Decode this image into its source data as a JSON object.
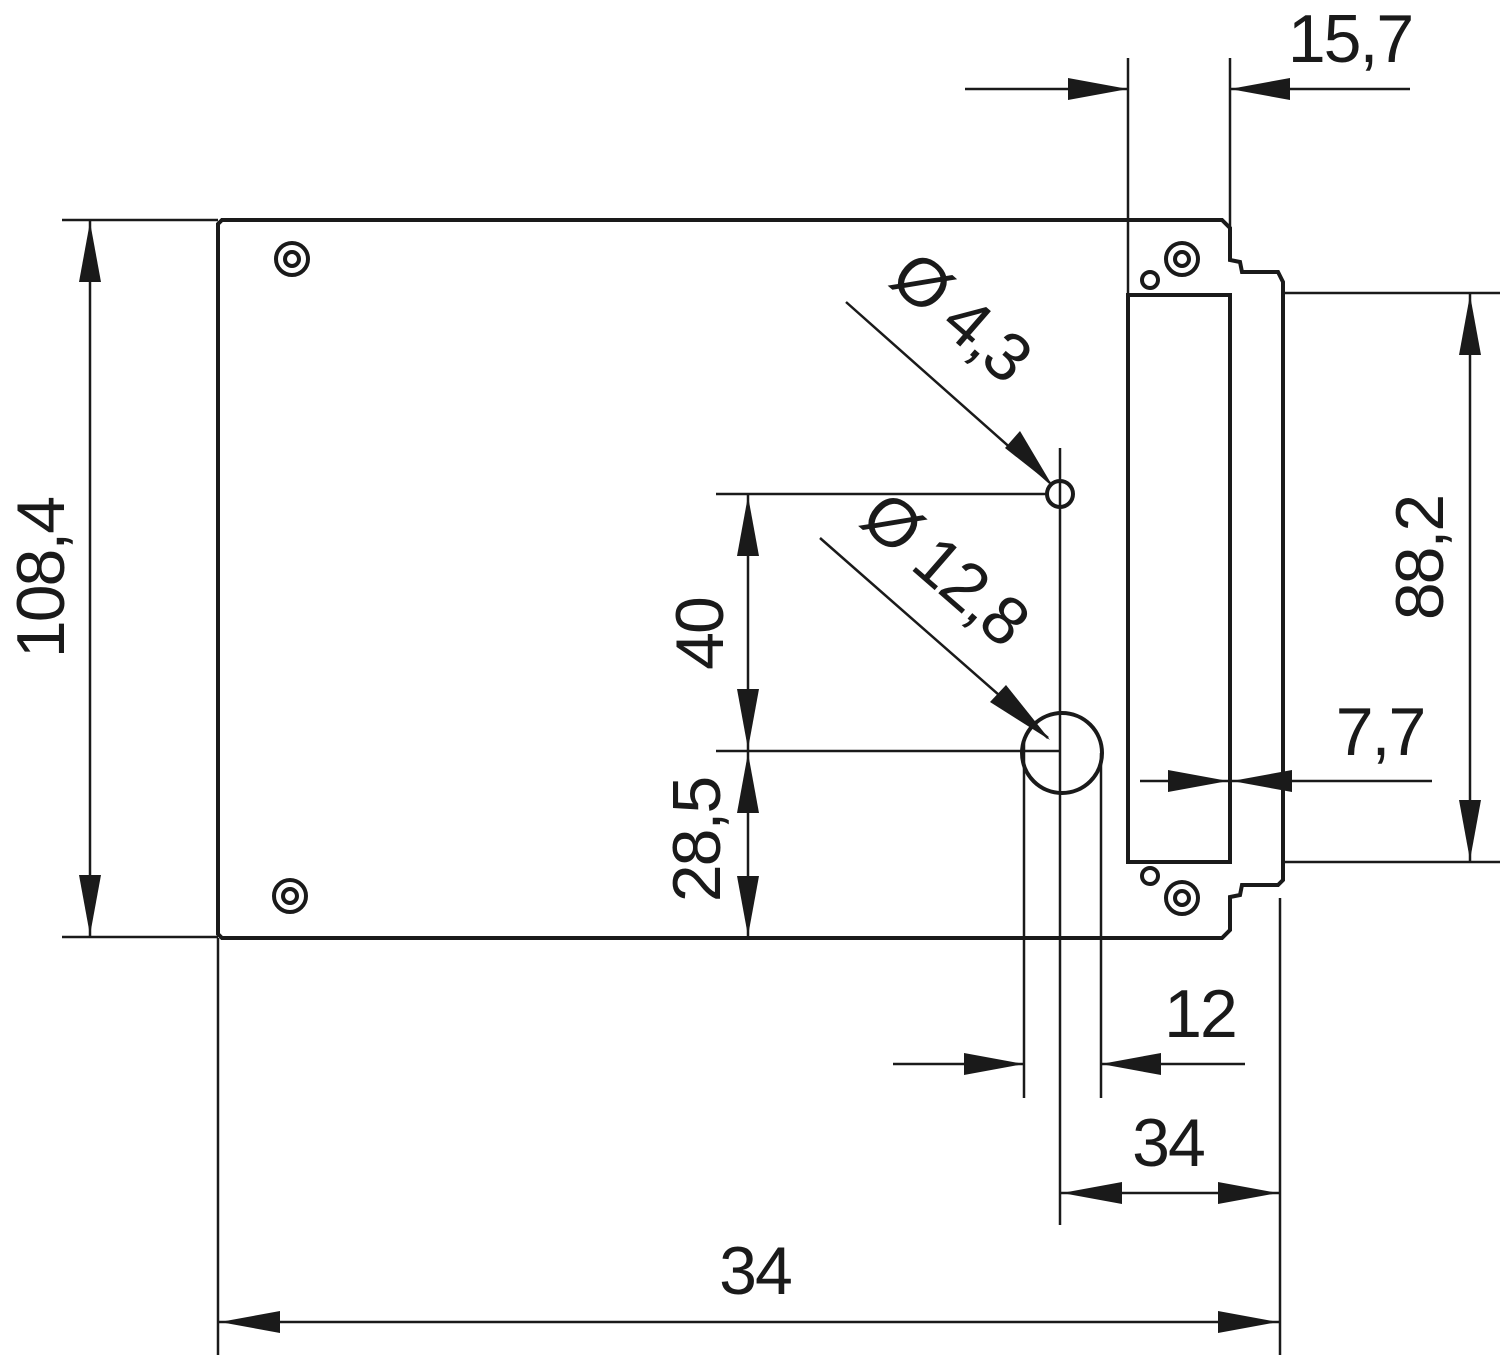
{
  "colors": {
    "line": "#1a1a1a",
    "plate_fill": "#e8e6e8",
    "background": "#ffffff"
  },
  "dimensions": {
    "top_right_width": "15,7",
    "height_total": "108,4",
    "height_front": "88,2",
    "small_hole_diameter": "Ø 4,3",
    "large_hole_diameter": "Ø 12,8",
    "hole_spacing_vertical": "40",
    "hole_offset_bottom": "28,5",
    "front_depth": "7,7",
    "hole_width": "12",
    "hole_to_edge": "34",
    "total_width": "34"
  }
}
